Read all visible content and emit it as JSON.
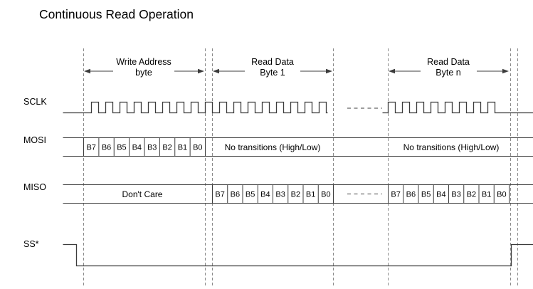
{
  "title": "Continuous Read Operation",
  "phases": [
    {
      "line1": "Write Address",
      "line2": "byte"
    },
    {
      "line1": "Read Data",
      "line2": "Byte 1"
    },
    {
      "line1": "Read Data",
      "line2": "Byte n"
    }
  ],
  "signals": {
    "sclk": {
      "label": "SCLK"
    },
    "mosi": {
      "label": "MOSI",
      "address_bits": [
        "B7",
        "B6",
        "B5",
        "B4",
        "B3",
        "B2",
        "B1",
        "B0"
      ],
      "byte1_annotation": "No transitions (High/Low)",
      "byten_annotation": "No transitions (High/Low)"
    },
    "miso": {
      "label": "MISO",
      "dont_care": "Don't Care",
      "byte1_bits": [
        "B7",
        "B6",
        "B5",
        "B4",
        "B3",
        "B2",
        "B1",
        "B0"
      ],
      "byten_bits": [
        "B7",
        "B6",
        "B5",
        "B4",
        "B3",
        "B2",
        "B1",
        "B0"
      ]
    },
    "ss": {
      "label": "SS*"
    }
  },
  "colors": {
    "background": "#ffffff",
    "line": "#3c3c3c",
    "boundary": "#8a8a8a",
    "text": "#000000"
  }
}
